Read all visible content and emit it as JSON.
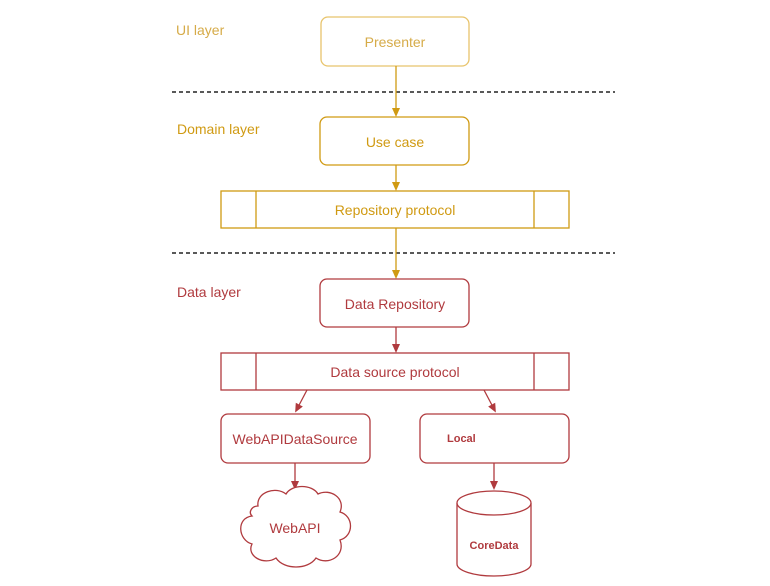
{
  "layers": {
    "ui": "UI layer",
    "domain": "Domain layer",
    "data": "Data layer"
  },
  "nodes": {
    "presenter": "Presenter",
    "use_case": "Use case",
    "repository_protocol": "Repository protocol",
    "data_repository": "Data Repository",
    "data_source_protocol": "Data source protocol",
    "webapi_data_source": "WebAPIDataSource",
    "local": "Local",
    "webapi": "WebAPI",
    "coredata": "CoreData"
  },
  "colors": {
    "ui_stroke": "#e8c46c",
    "ui_text": "#d6ab48",
    "domain": "#d09a12",
    "data": "#b03a3e",
    "divider": "#222222"
  }
}
